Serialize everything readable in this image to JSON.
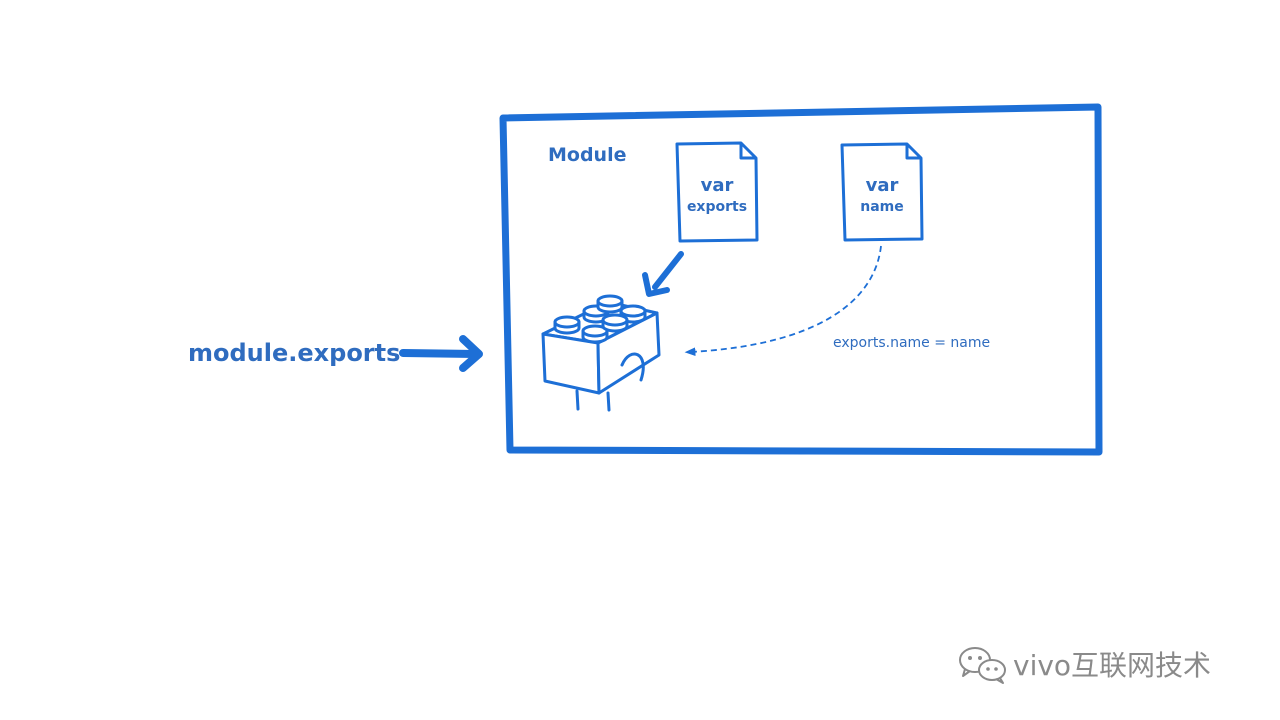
{
  "diagram": {
    "module_label": "Module",
    "exports_card": {
      "line1": "var",
      "line2": "exports"
    },
    "name_card": {
      "line1": "var",
      "line2": "name"
    },
    "assignment_label": "exports.name = name",
    "external_label": "module.exports"
  },
  "watermark": {
    "text": "vivo互联网技术"
  },
  "colors": {
    "stroke": "#1d6fd6",
    "text": "#2f6cbf",
    "watermark": "#8a8a8a"
  },
  "icons": [
    "lego-brick-icon",
    "document-icon",
    "arrow-icon",
    "wechat-icon"
  ]
}
